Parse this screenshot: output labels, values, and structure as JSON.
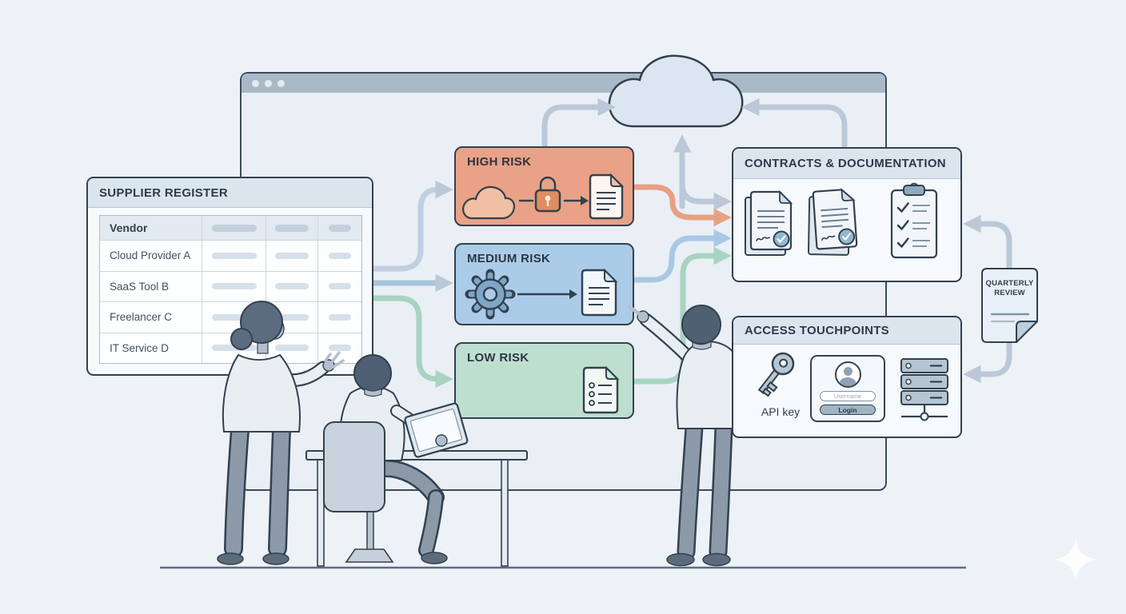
{
  "supplier_register": {
    "title": "SUPPLIER REGISTER",
    "columns": {
      "vendor": "Vendor"
    },
    "rows": [
      "Cloud Provider A",
      "SaaS Tool B",
      "Freelancer C",
      "IT Service D"
    ]
  },
  "risk_boxes": {
    "high": {
      "label": "HIGH RISK",
      "color": "#e9a287"
    },
    "medium": {
      "label": "MEDIUM RISK",
      "color": "#abcce8"
    },
    "low": {
      "label": "LOW RISK",
      "color": "#bedfd0"
    }
  },
  "contracts": {
    "title": "CONTRACTS & DOCUMENTATION"
  },
  "access": {
    "title": "ACCESS TOUCHPOINTS",
    "api_key_label": "API key",
    "login": {
      "username_placeholder": "Username",
      "button_label": "Login"
    }
  },
  "quarterly_review": {
    "label": "QUARTERLY REVIEW"
  },
  "colors": {
    "canvas_bg": "#edf2f7",
    "window_bg": "#e9eff5",
    "titlebar": "#a9b9c8",
    "outline": "#33414f",
    "arrow_gray": "#bac8d8",
    "arrow_orange": "#e8a083",
    "arrow_blue": "#a9c8e5",
    "arrow_green": "#a9d3c1"
  }
}
